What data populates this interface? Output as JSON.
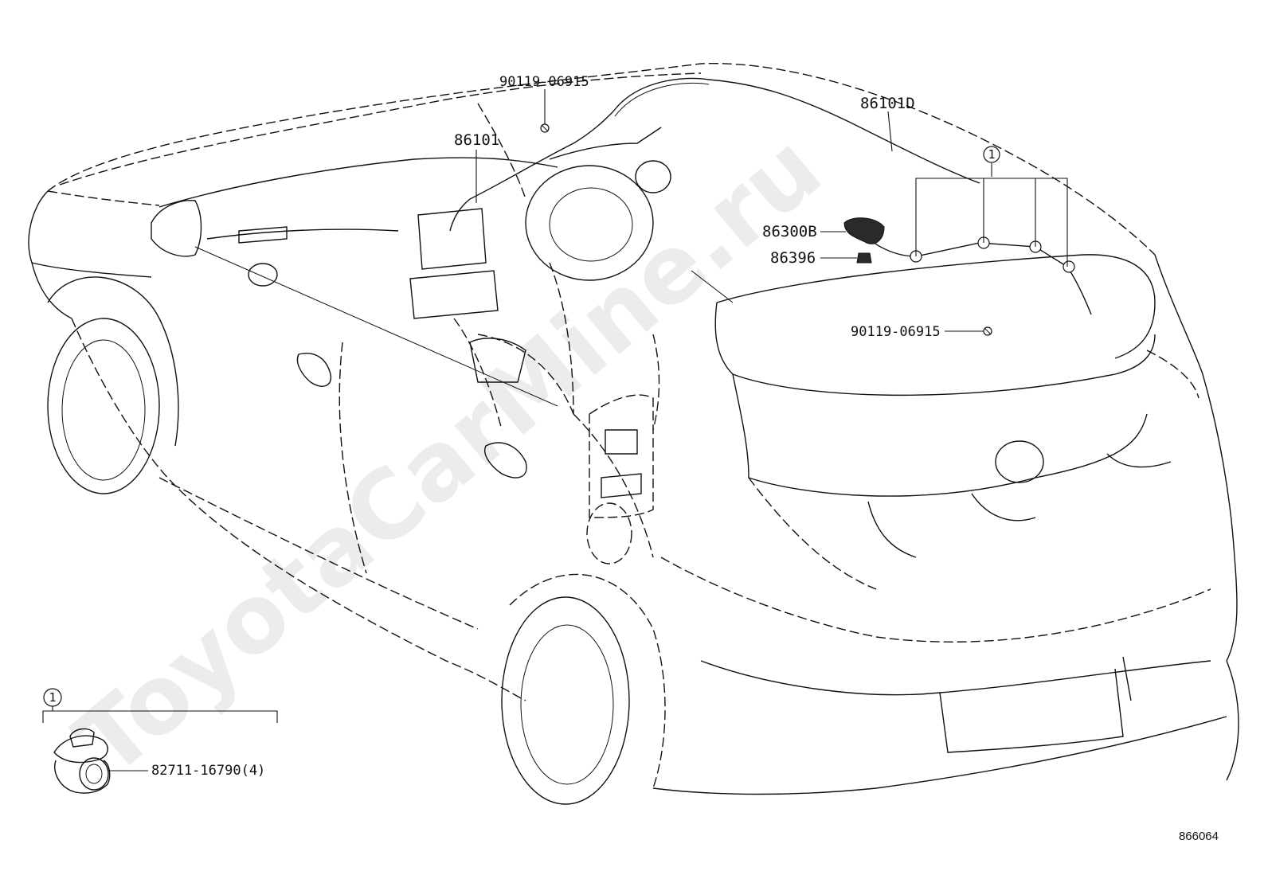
{
  "watermark": "ToyotaCarMine.ru",
  "diagram_id": "866064",
  "callouts": {
    "bolt_front": "90119-06915",
    "feeder_front": "86101",
    "feeder_roof": "86101D",
    "antenna": "86300B",
    "antenna_pad": "86396",
    "bolt_rear": "90119-06915"
  },
  "ref_mark": "1",
  "legend": {
    "mark": "1",
    "clamp_part": "82711-16790(4)"
  }
}
